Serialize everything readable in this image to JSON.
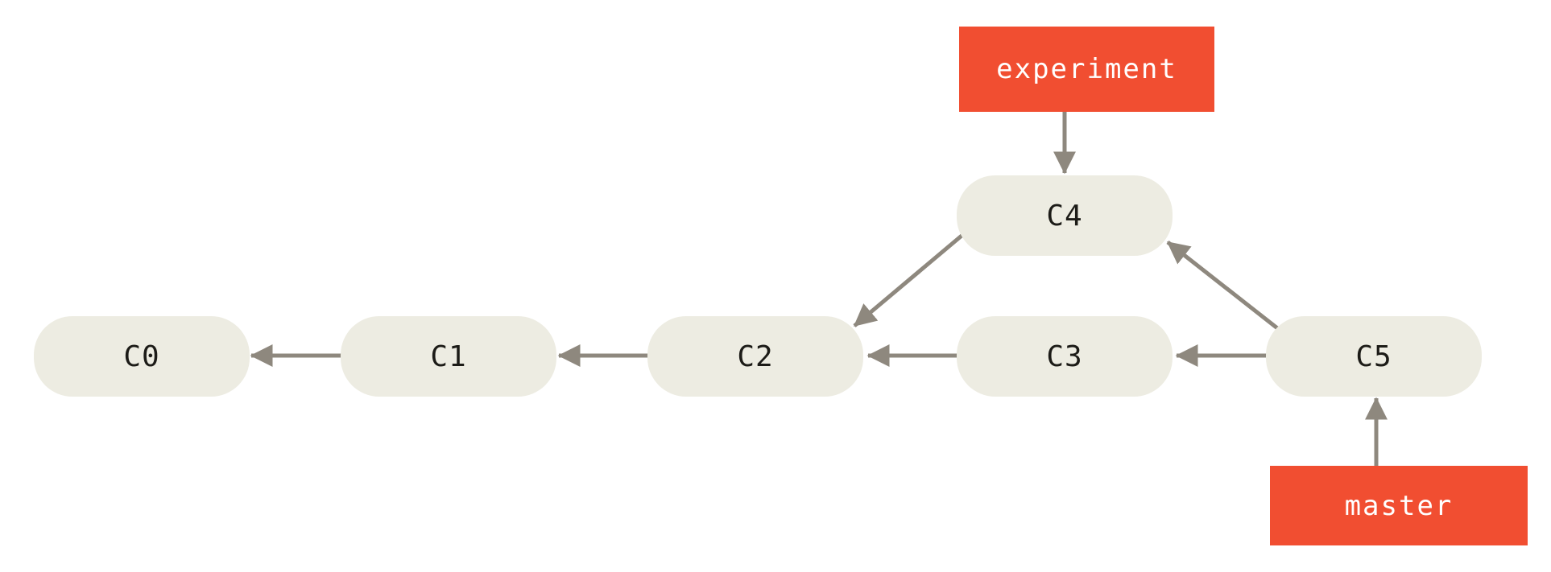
{
  "diagram": {
    "type": "git-commit-graph",
    "commits": [
      {
        "id": "C0",
        "label": "C0"
      },
      {
        "id": "C1",
        "label": "C1"
      },
      {
        "id": "C2",
        "label": "C2"
      },
      {
        "id": "C3",
        "label": "C3"
      },
      {
        "id": "C4",
        "label": "C4"
      },
      {
        "id": "C5",
        "label": "C5"
      }
    ],
    "edges": [
      {
        "from": "C1",
        "to": "C0"
      },
      {
        "from": "C2",
        "to": "C1"
      },
      {
        "from": "C3",
        "to": "C2"
      },
      {
        "from": "C4",
        "to": "C2"
      },
      {
        "from": "C5",
        "to": "C3"
      },
      {
        "from": "C5",
        "to": "C4"
      },
      {
        "from": "experiment",
        "to": "C4"
      },
      {
        "from": "master",
        "to": "C5"
      }
    ],
    "branches": [
      {
        "name": "experiment",
        "points_to": "C4"
      },
      {
        "name": "master",
        "points_to": "C5"
      }
    ],
    "colors": {
      "background": "#ffffff",
      "commit_fill": "#edece2",
      "commit_text": "#1c1b17",
      "arrow": "#8e887e",
      "branch_fill": "#f14e31",
      "branch_text": "#ffffff"
    }
  }
}
